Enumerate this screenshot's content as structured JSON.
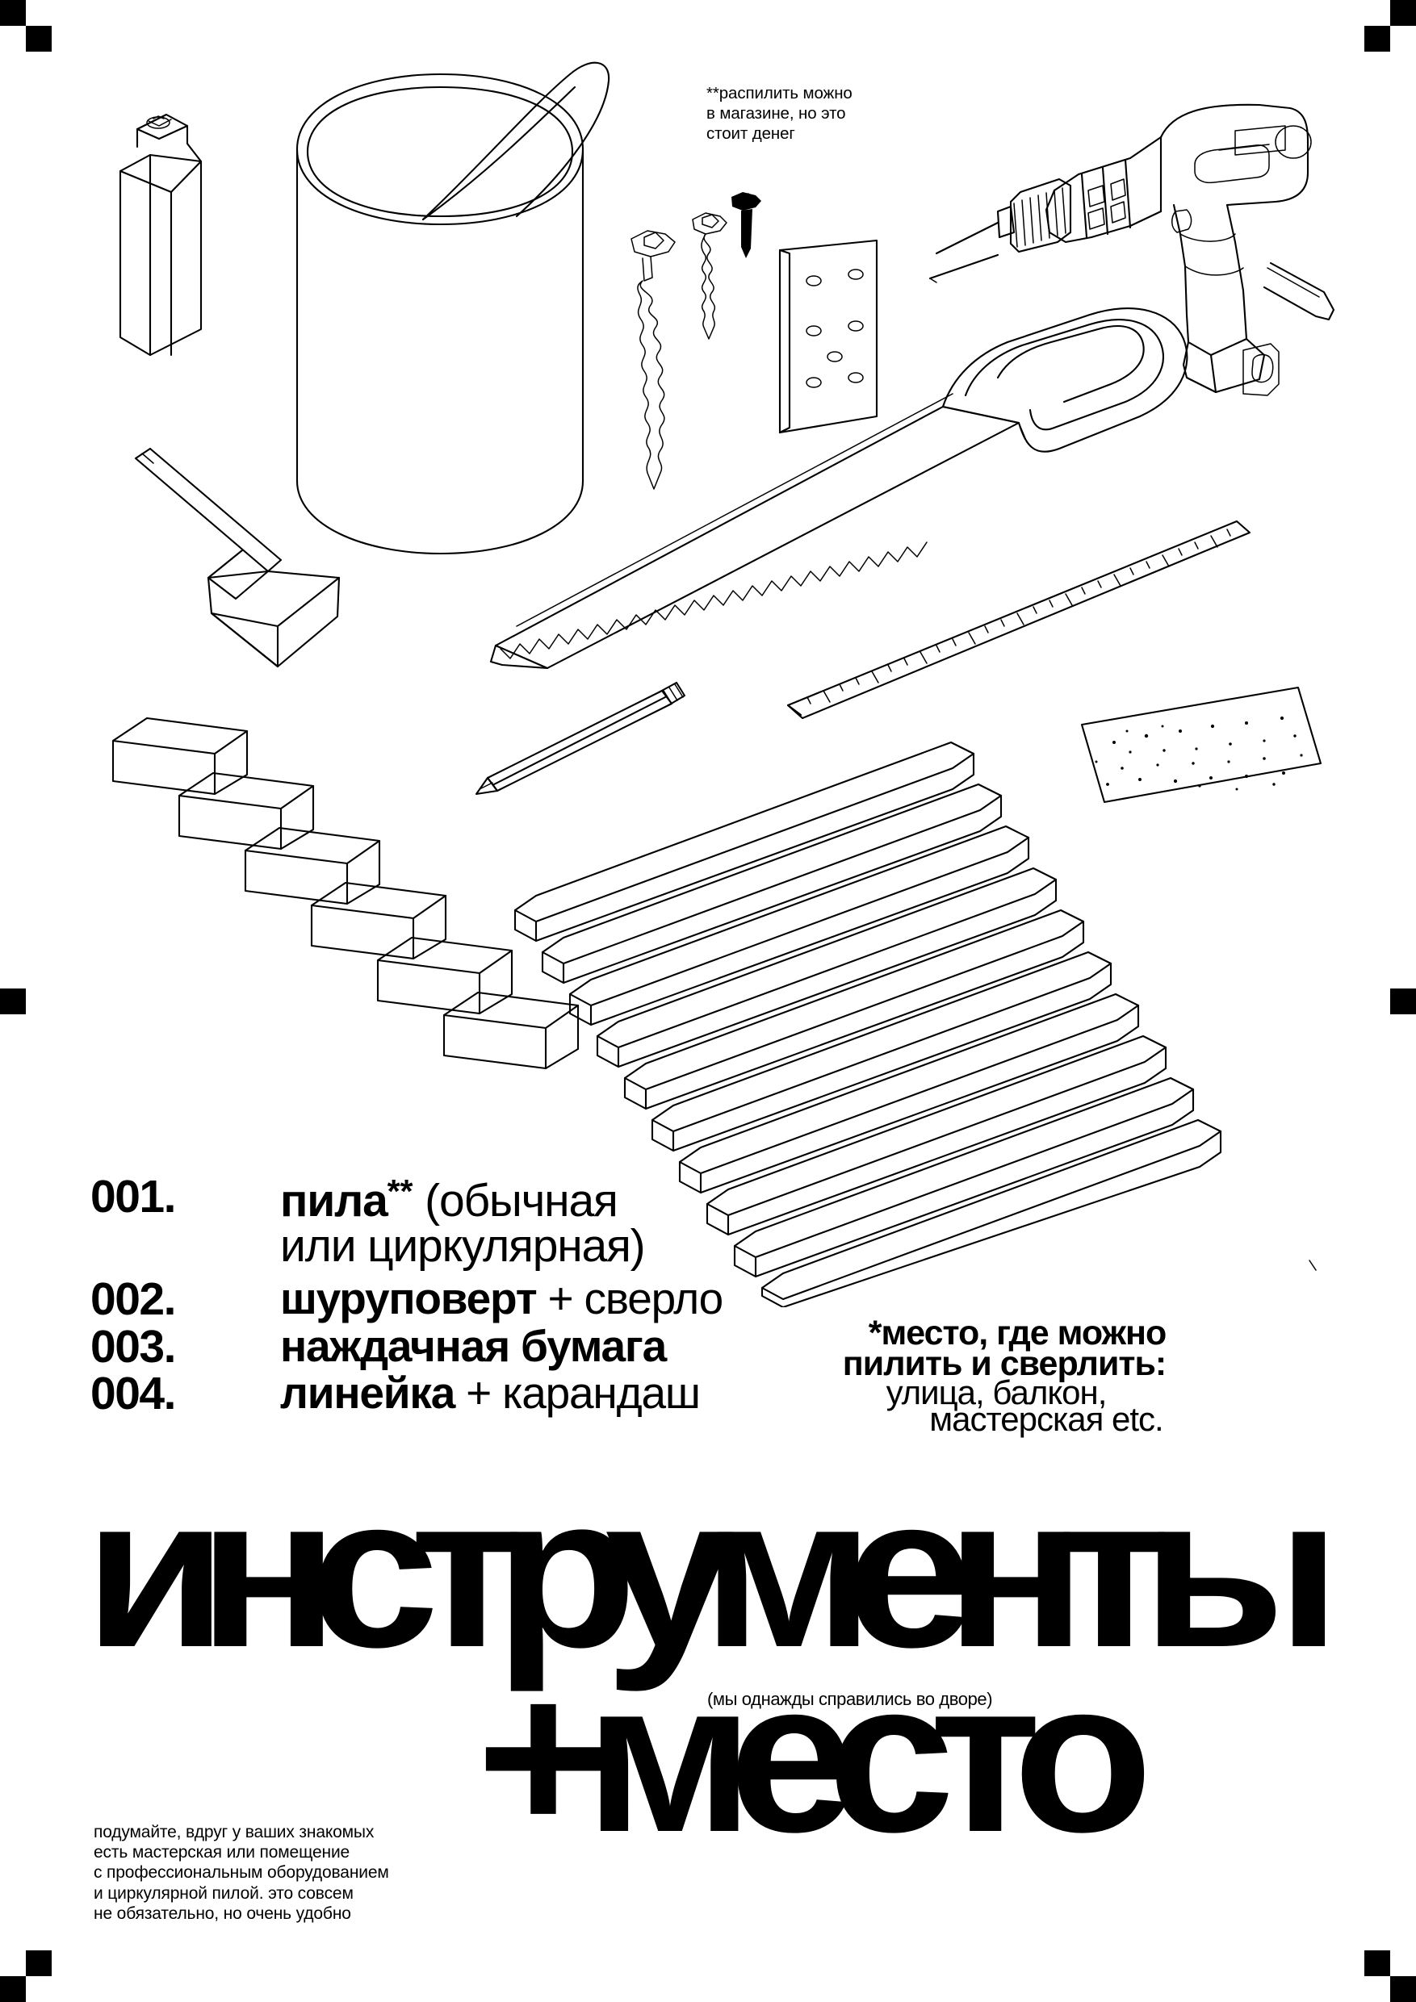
{
  "poster": {
    "background_color": "#ffffff",
    "ink_color": "#000000",
    "headline_line_1": "инструменты",
    "headline_line_2": "+место",
    "caption_middle": "(мы однажды справились во дворе)"
  },
  "note_top": "**распилить можно\nв магазине, но это\nстоит денег",
  "note_place": {
    "line1": "*место, где можно",
    "line2": "пилить и сверлить:",
    "line3": "улица, балкон,",
    "line4": "мастерская etc."
  },
  "note_bottom": "подумайте, вдруг у ваших знакомых\nесть мастерская или помещение\nс профессиональным оборудованием\nи циркулярной пилой. это совсем\nне обязательно, но очень удобно",
  "list": [
    {
      "num": "001.",
      "name": "пила",
      "marker": "**",
      "rest_line1": " (обычная",
      "rest_line2": "или циркулярная)"
    },
    {
      "num": "002.",
      "name": "шуруповерт",
      "rest_line1": " + сверло"
    },
    {
      "num": "003.",
      "name": "наждачная бумага",
      "rest_line1": ""
    },
    {
      "num": "004.",
      "name": "линейка",
      "rest_line1": " + карандаш"
    }
  ],
  "illustration": {
    "items": [
      "spray-can",
      "paint-bucket",
      "paint-brush",
      "wood-screw-long",
      "wood-screw-medium",
      "wood-screw-short",
      "metal-mounting-plate",
      "cordless-drill",
      "drill-bit",
      "hand-saw",
      "ruler",
      "pencil",
      "sandpaper-sheet",
      "wood-blocks",
      "wood-slats"
    ],
    "wood_block_count": 6,
    "wood_slat_count": 10
  },
  "crop_marks": {
    "size": 32,
    "description": "checkerboard registration squares in the four corners and single squares at left/right mid-edges"
  }
}
